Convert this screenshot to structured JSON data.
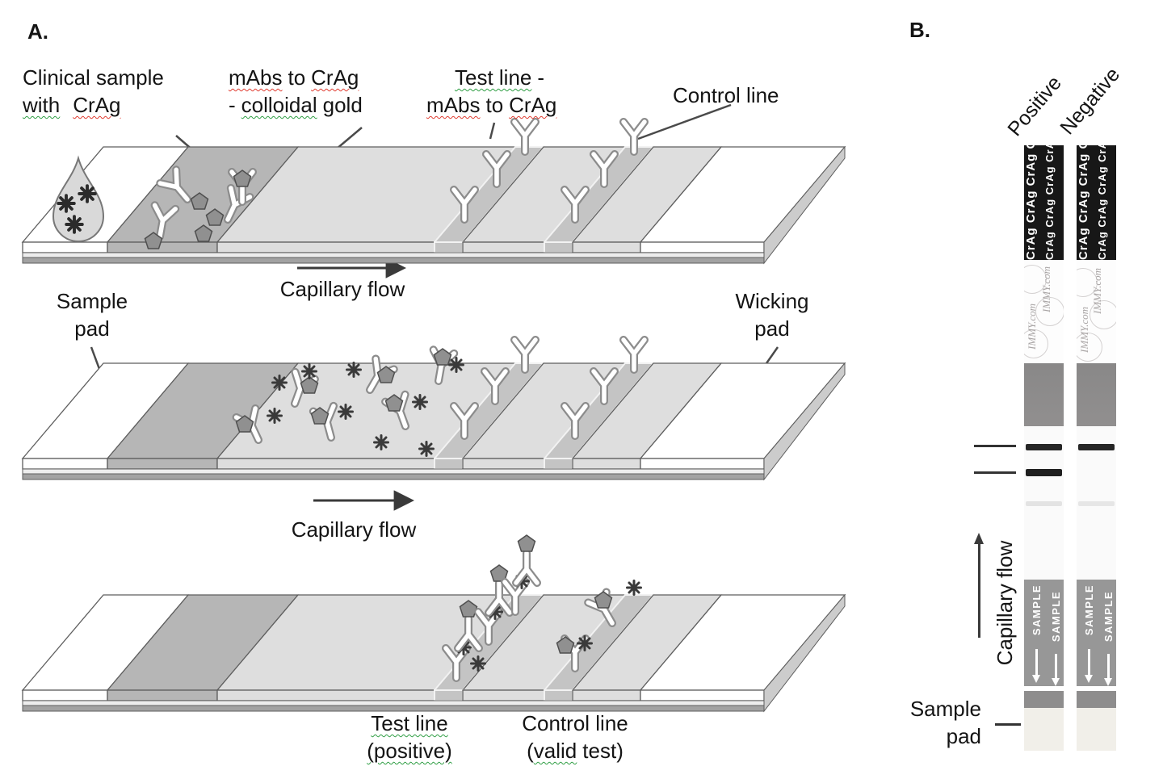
{
  "a": {
    "panel": "A.",
    "clinical1": "Clinical sample",
    "with": "with",
    "crag": "CrAg",
    "mabs": "mAbs",
    "to": "to",
    "dash": "-",
    "colloidal": "colloidal",
    "gold": "gold",
    "testline": "Test line",
    "controlline": "Control line",
    "sample": "Sample",
    "pad": "pad",
    "wicking": "Wicking",
    "capflow": "Capillary flow",
    "positive_paren": "(positive)",
    "valid_pre": "(",
    "valid": "valid",
    "valid_post": "test)"
  },
  "b": {
    "panel": "B.",
    "positive": "Positive",
    "negative": "Negative",
    "crag_repeat": "CrAg CrAg CrAg CrAg",
    "watermark": "IMMY.com",
    "sample_band": "SAMPLE",
    "capflow": "Capillary flow",
    "sample": "Sample",
    "pad": "pad"
  },
  "colors": {
    "conjugate_pad": "#b6b6b6",
    "membrane": "#dedede",
    "line_band": "#c4c4c4",
    "strip_black_cap": "#171717",
    "strip_gray_band": "#8e8d8d",
    "result_line": "#262626",
    "squiggle_red": "#e03c31",
    "squiggle_green": "#2f9e44"
  }
}
